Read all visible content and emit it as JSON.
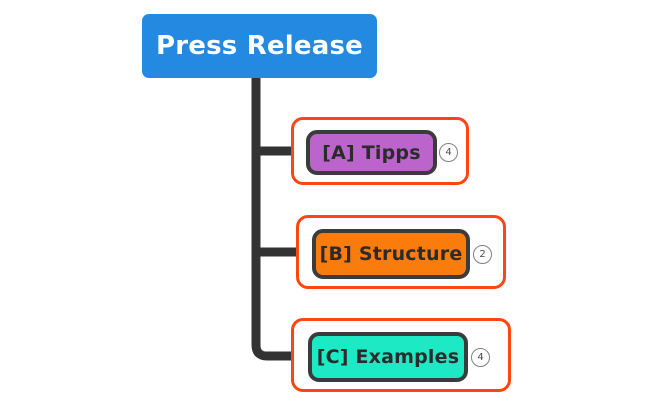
{
  "colors": {
    "root_fill": "#2489E0",
    "root_text": "#FFFFFF",
    "trunk": "#333333",
    "selection_ring": "#FF4612",
    "node_border": "#3B3B3B",
    "node_a_fill": "#BB64CC",
    "node_b_fill": "#F97C0C",
    "node_c_fill": "#1DE9C5",
    "badge_border": "#808080",
    "canvas": "#FFFFFF"
  },
  "root": {
    "label": "Press Release"
  },
  "children": [
    {
      "label": "[A] Tipps",
      "badge": "4"
    },
    {
      "label": "[B] Structure",
      "badge": "2"
    },
    {
      "label": "[C] Examples",
      "badge": "4"
    }
  ]
}
